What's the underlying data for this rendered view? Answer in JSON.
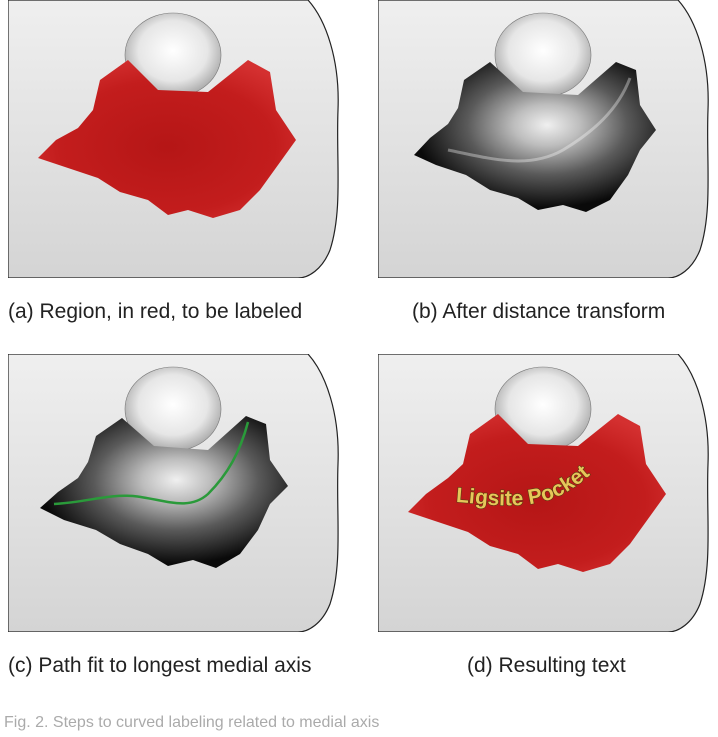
{
  "figure": {
    "panels": [
      {
        "id": "a",
        "caption": "(a) Region, in red, to be labeled"
      },
      {
        "id": "b",
        "caption": "(b) After distance transform"
      },
      {
        "id": "c",
        "caption": "(c) Path fit to longest medial axis"
      },
      {
        "id": "d",
        "caption": "(d) Resulting text",
        "label_text": "Ligsite Pocket"
      }
    ],
    "footer_fragment": "Fig. 2. Steps to curved labeling related to medial axis"
  }
}
